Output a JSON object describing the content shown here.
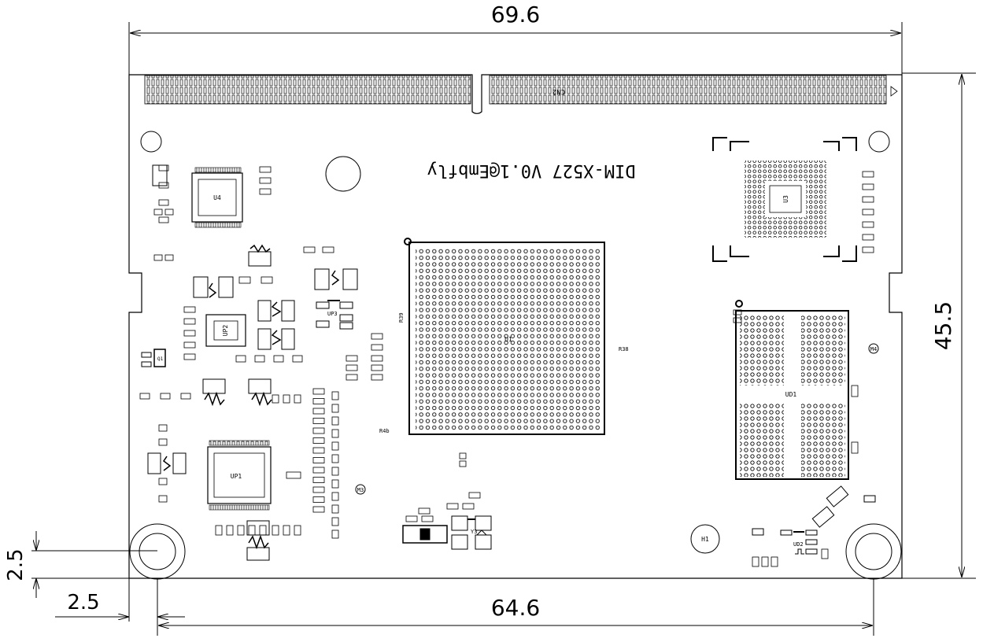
{
  "dimensions": {
    "top_width": "69.6",
    "bottom_width": "64.6",
    "right_height": "45.5",
    "left_offset": "2.5",
    "bottom_offset": "2.5"
  },
  "board": {
    "silkscreen_text": "DIM-X527 V0.1@Embfly",
    "connector_label": "CN2"
  },
  "labels": {
    "u4": "U4",
    "up2": "UP2",
    "up3": "UP3",
    "up1": "UP1",
    "u1": "U1",
    "u3": "U3",
    "ud1": "UD1",
    "ud2": "UD2",
    "y3": "Y3",
    "h1": "H1",
    "m3": "M3",
    "m4": "M4",
    "r38": "R38",
    "r39": "R39",
    "r4b": "R4b",
    "q1": "Q1"
  }
}
